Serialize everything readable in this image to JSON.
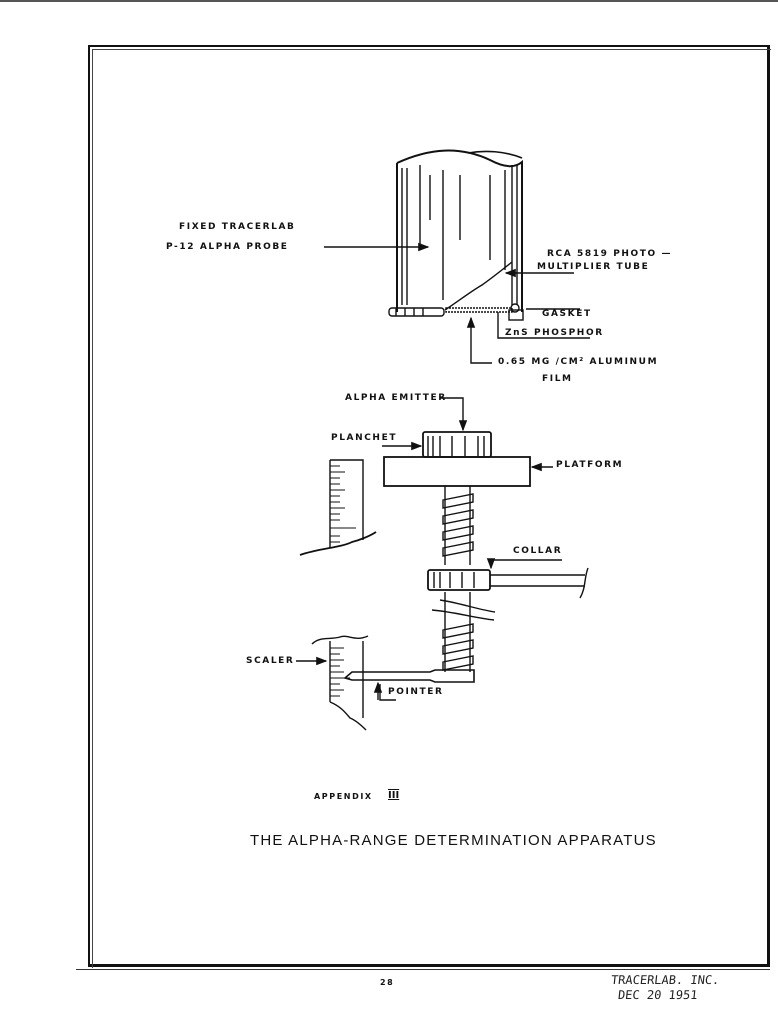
{
  "figure": {
    "appendix_label": "APPENDIX",
    "appendix_numeral": "III",
    "caption": "THE ALPHA-RANGE DETERMINATION APPARATUS",
    "labels": {
      "probe_line1": "FIXED   TRACERLAB",
      "probe_line2": "P-12   ALPHA   PROBE",
      "tube_line1": "RCA  5819  PHOTO —",
      "tube_line2": "MULTIPLIER  TUBE",
      "gasket": "GASKET",
      "phosphor": "ZnS  PHOSPHOR",
      "film_line1": "0.65  MG /CM² ALUMINUM",
      "film_line2": "FILM",
      "alpha_emitter": "ALPHA EMITTER",
      "planchet": "PLANCHET",
      "platform": "PLATFORM",
      "collar": "COLLAR",
      "scaler": "SCALER",
      "pointer": "POINTER"
    }
  },
  "footer": {
    "page_number": "28",
    "stamp_line1": "TRACERLAB. INC.",
    "stamp_line2": "DEC 20  1951"
  }
}
